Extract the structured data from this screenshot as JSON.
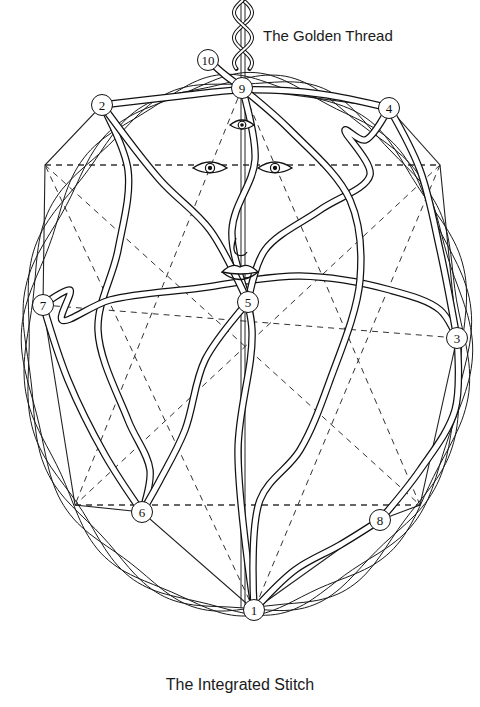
{
  "diagram": {
    "caption": "The Integrated Stitch",
    "nodes": [
      {
        "text": [
          "10"
        ]
      },
      {
        "text": [
          "9"
        ]
      },
      {
        "text": [
          "2"
        ]
      },
      {
        "text": [
          "4"
        ]
      },
      {
        "text": [
          "7"
        ]
      },
      {
        "text": [
          "5"
        ]
      },
      {
        "text": [
          "3"
        ]
      },
      {
        "text": [
          "6"
        ]
      },
      {
        "text": [
          "8"
        ]
      },
      {
        "text": [
          "1"
        ]
      }
    ],
    "labels": [
      "The Golden Thread"
    ]
  }
}
